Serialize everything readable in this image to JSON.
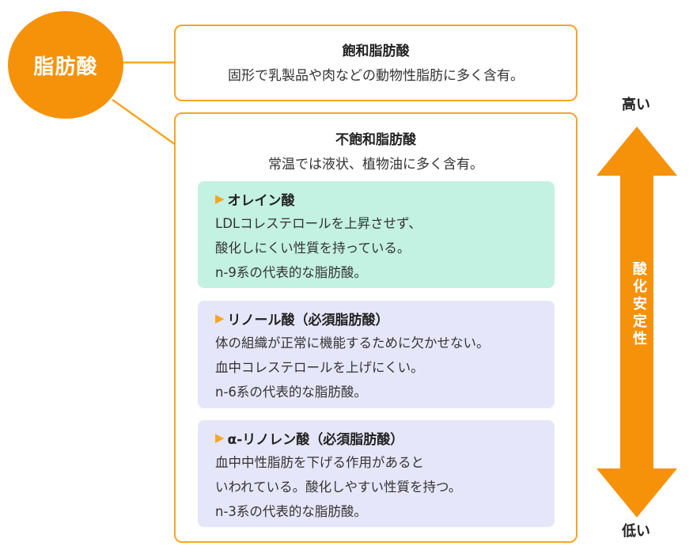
{
  "root": {
    "label": "脂肪酸"
  },
  "saturated": {
    "title": "飽和脂肪酸",
    "description": "固形で乳製品や肉などの動物性脂肪に多く含有。"
  },
  "unsaturated": {
    "title": "不飽和脂肪酸",
    "description": "常温では液状、植物油に多く含有。",
    "cards": [
      {
        "marker": "▶",
        "title": "オレイン酸",
        "lines": [
          "LDLコレステロールを上昇させず、",
          "酸化しにくい性質を持っている。",
          "n-9系の代表的な脂肪酸。"
        ]
      },
      {
        "marker": "▶",
        "title": "リノール酸（必須脂肪酸）",
        "lines": [
          "体の組織が正常に機能するために欠かせない。",
          "血中コレステロールを上げにくい。",
          "n-6系の代表的な脂肪酸。"
        ]
      },
      {
        "marker": "▶",
        "title": "α-リノレン酸（必須脂肪酸）",
        "lines": [
          "血中中性脂肪を下げる作用があると",
          "いわれている。酸化しやすい性質を持つ。",
          "n-3系の代表的な脂肪酸。"
        ]
      }
    ]
  },
  "scale": {
    "high_label": "高い",
    "low_label": "低い",
    "axis_label": "酸化安定性"
  },
  "colors": {
    "accent": "#f5920a",
    "border": "#f5a623",
    "oleic_bg": "#c3f1e2",
    "other_bg": "#e6e6fa"
  }
}
